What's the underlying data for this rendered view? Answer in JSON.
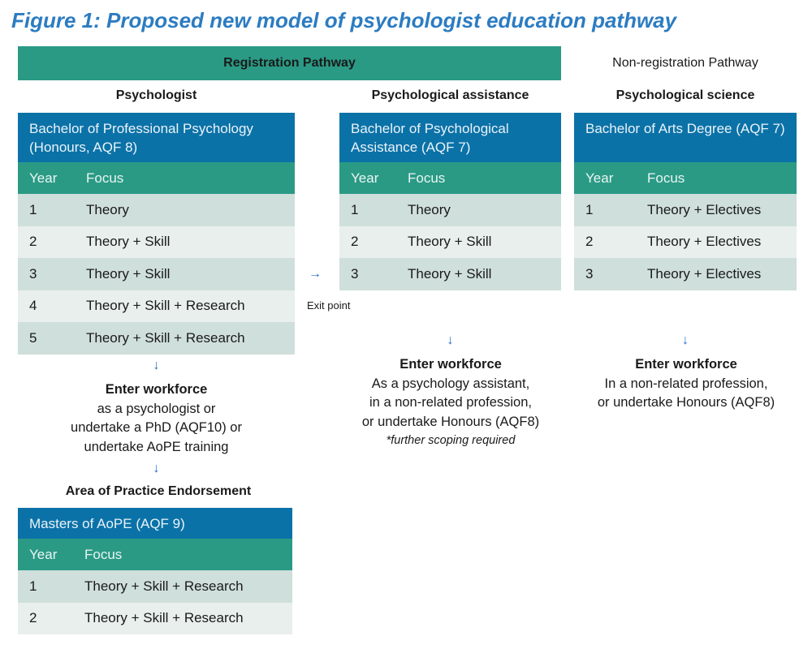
{
  "title": "Figure 1: Proposed new model of psychologist education pathway",
  "registration_label": "Registration Pathway",
  "nonregistration_label": "Non-registration Pathway",
  "columns": {
    "psychologist": {
      "heading": "Psychologist",
      "program": "Bachelor of Professional Psychology (Honours, AQF 8)",
      "col_year": "Year",
      "col_focus": "Focus",
      "rows": [
        [
          "1",
          "Theory"
        ],
        [
          "2",
          "Theory + Skill"
        ],
        [
          "3",
          "Theory + Skill"
        ],
        [
          "4",
          "Theory + Skill + Research"
        ],
        [
          "5",
          "Theory + Skill + Research"
        ]
      ],
      "outcome_title": "Enter workforce",
      "outcome_lines": [
        "as a psychologist or",
        "undertake a PhD (AQF10) or",
        "undertake AoPE training"
      ]
    },
    "assistance": {
      "heading": "Psychological assistance",
      "program": "Bachelor of Psychological Assistance (AQF 7)",
      "col_year": "Year",
      "col_focus": "Focus",
      "rows": [
        [
          "1",
          "Theory"
        ],
        [
          "2",
          "Theory + Skill"
        ],
        [
          "3",
          "Theory + Skill"
        ]
      ],
      "exit_label": "Exit point",
      "outcome_title": "Enter workforce",
      "outcome_lines": [
        "As a psychology assistant,",
        "in a non-related profession,",
        "or undertake Honours (AQF8)"
      ],
      "note": "*further scoping required"
    },
    "science": {
      "heading": "Psychological science",
      "program": "Bachelor of Arts Degree (AQF 7)",
      "col_year": "Year",
      "col_focus": "Focus",
      "rows": [
        [
          "1",
          "Theory + Electives"
        ],
        [
          "2",
          "Theory + Electives"
        ],
        [
          "3",
          "Theory + Electives"
        ]
      ],
      "outcome_title": "Enter workforce",
      "outcome_lines": [
        "In a non-related profession,",
        "or undertake Honours (AQF8)"
      ]
    }
  },
  "aope": {
    "heading": "Area of Practice Endorsement",
    "program": "Masters of AoPE (AQF 9)",
    "col_year": "Year",
    "col_focus": "Focus",
    "rows": [
      [
        "1",
        "Theory + Skill + Research"
      ],
      [
        "2",
        "Theory + Skill + Research"
      ]
    ]
  },
  "colors": {
    "green": "#2a9a85",
    "blue": "#0b72a8",
    "title": "#2c7cc1",
    "arrow": "#1d6fc4"
  }
}
